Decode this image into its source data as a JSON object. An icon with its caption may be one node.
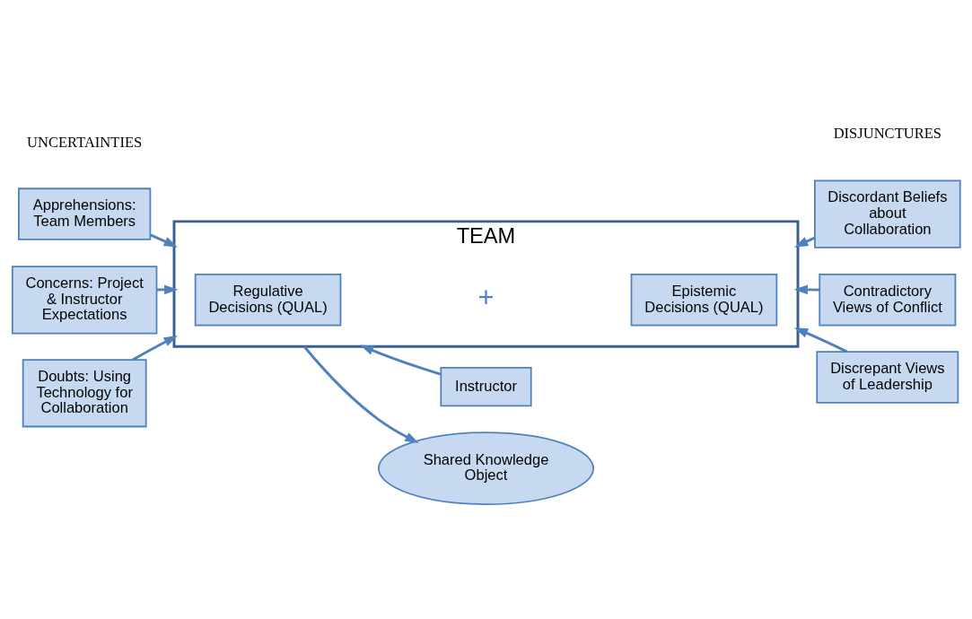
{
  "diagram": {
    "nodes": [
      {
        "text": [
          "Instructor"
        ]
      },
      {
        "text": [
          "TEAM"
        ]
      },
      {
        "text": [
          "Regulative Decisions (QUAL)"
        ],
        "in": 1
      },
      {
        "text": [
          "Epistemic Decisions (QUAL)"
        ],
        "in": 1
      },
      {
        "text": [
          "Apprehensions: Team Members"
        ]
      },
      {
        "text": [
          "Concerns: Project & Instructor Expectations"
        ]
      },
      {
        "text": [
          "Doubts: Using Technology for Collaboration"
        ]
      },
      {
        "text": [
          "Discordant Beliefs about Collaboration"
        ]
      },
      {
        "text": [
          "Contradictory Views of Conflict"
        ]
      },
      {
        "text": [
          "Discrepant Views of Leadership"
        ]
      },
      {
        "text": [
          "Shared Knowledge Object"
        ]
      }
    ],
    "edges": [
      {
        "from": 0,
        "to": 1,
        "arrow": "to"
      },
      {
        "from": 4,
        "to": 1,
        "arrow": "to"
      },
      {
        "from": 5,
        "to": 1,
        "arrow": "to"
      },
      {
        "from": 6,
        "to": 1,
        "arrow": "to"
      },
      {
        "from": 7,
        "to": 1,
        "arrow": "to"
      },
      {
        "from": 8,
        "to": 1,
        "arrow": "to"
      },
      {
        "from": 9,
        "to": 1,
        "arrow": "to"
      },
      {
        "from": 1,
        "to": 10,
        "arrow": "to"
      }
    ],
    "labels": [
      "UNCERTAINTIES",
      "DISJUNCTURES",
      "+"
    ]
  }
}
